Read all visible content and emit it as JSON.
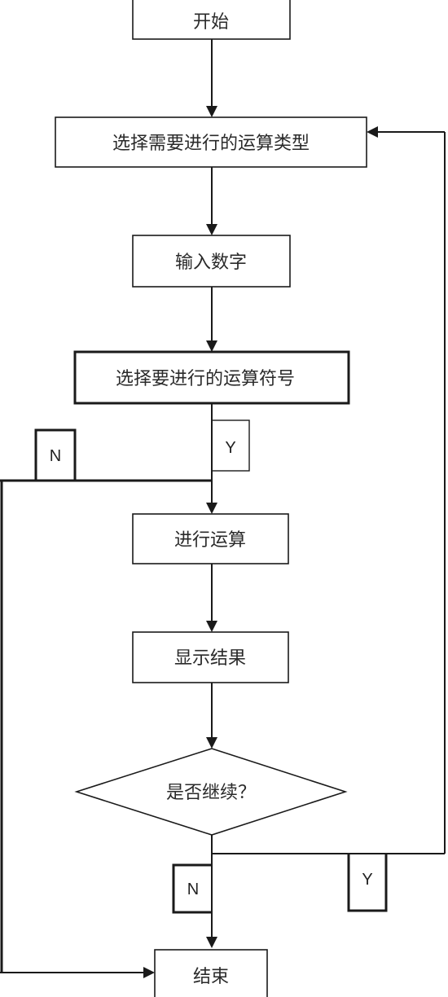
{
  "flowchart": {
    "nodes": {
      "start": "开始",
      "select_type": "选择需要进行的运算类型",
      "input_numbers": "输入数字",
      "select_operator": "选择要进行的运算符号",
      "compute": "进行运算",
      "show_result": "显示结果",
      "continue_question": "是否继续？",
      "end": "结束"
    },
    "labels": {
      "operator_yes": "Y",
      "operator_no": "N",
      "continue_no": "N",
      "continue_yes": "Y"
    }
  }
}
